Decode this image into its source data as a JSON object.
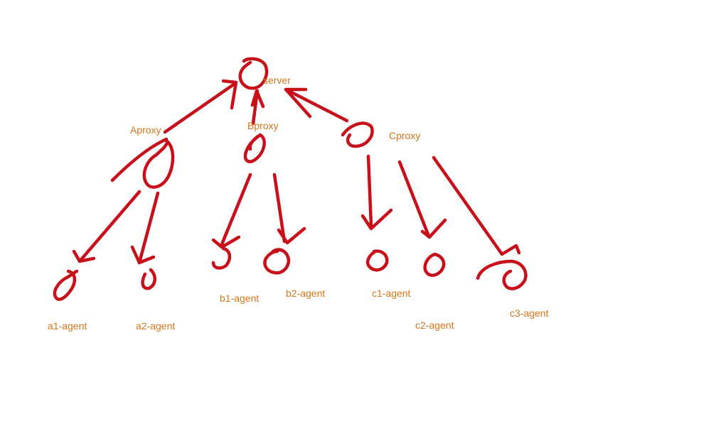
{
  "colors": {
    "ink": "#c8101a",
    "label": "#d4751a"
  },
  "nodes": {
    "server": "server",
    "aproxy": "Aproxy",
    "bproxy": "Bproxy",
    "cproxy": "Cproxy",
    "a1_agent": "a1-agent",
    "a2_agent": "a2-agent",
    "b1_agent": "b1-agent",
    "b2_agent": "b2-agent",
    "c1_agent": "c1-agent",
    "c2_agent": "c2-agent",
    "c3_agent": "c3-agent"
  },
  "edges": [
    {
      "from": "Aproxy",
      "to": "server"
    },
    {
      "from": "Bproxy",
      "to": "server"
    },
    {
      "from": "Cproxy",
      "to": "server"
    },
    {
      "from": "Aproxy",
      "to": "a1-agent"
    },
    {
      "from": "Aproxy",
      "to": "a2-agent"
    },
    {
      "from": "Bproxy",
      "to": "b1-agent"
    },
    {
      "from": "Bproxy",
      "to": "b2-agent"
    },
    {
      "from": "Cproxy",
      "to": "c1-agent"
    },
    {
      "from": "Cproxy",
      "to": "c2-agent"
    },
    {
      "from": "Cproxy",
      "to": "c3-agent"
    }
  ]
}
